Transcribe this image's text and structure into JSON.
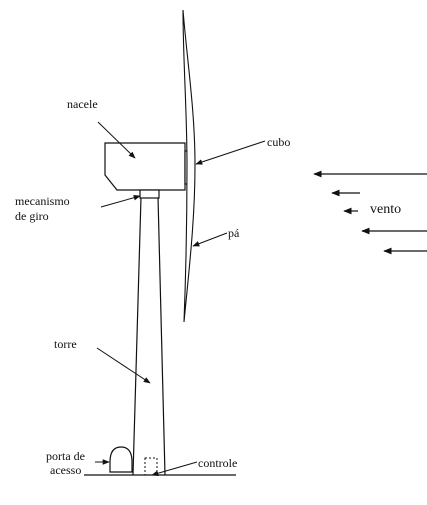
{
  "labels": {
    "nacele": "nacele",
    "cubo": "cubo",
    "mecanismo_line1": "mecanismo",
    "mecanismo_line2": "de giro",
    "pa": "pá",
    "vento": "vento",
    "torre": "torre",
    "porta_line1": "porta de",
    "porta_line2": "acesso",
    "controle": "controle"
  },
  "colors": {
    "stroke": "#111111",
    "background": "#ffffff"
  }
}
